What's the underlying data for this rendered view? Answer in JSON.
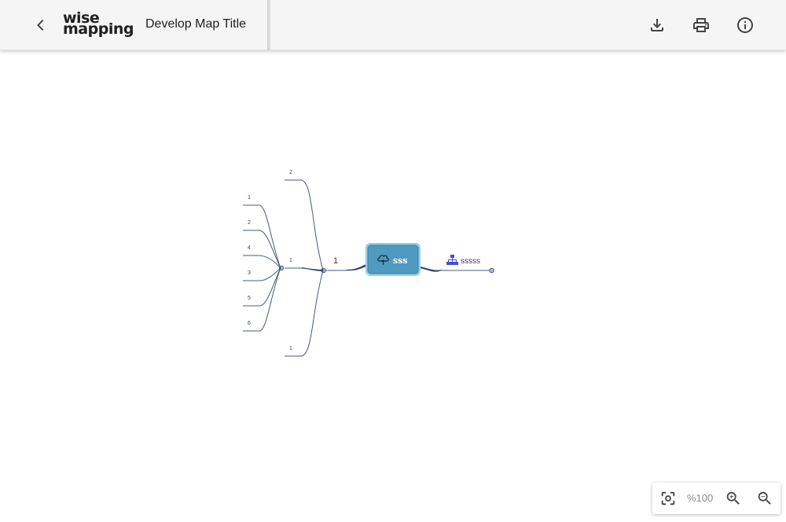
{
  "header": {
    "logo_line1": "wise",
    "logo_line2": "mapping",
    "map_title": "Develop Map Title",
    "icons": [
      "back-arrow-icon",
      "download-icon",
      "print-icon",
      "info-icon"
    ]
  },
  "map": {
    "central": {
      "label": "sss",
      "icon": "cloud-icon"
    },
    "left_branch": {
      "label": "1",
      "children": [
        {
          "label": "2"
        },
        {
          "label": "1",
          "children": [
            {
              "label": "1"
            },
            {
              "label": "2"
            },
            {
              "label": "4"
            },
            {
              "label": "3"
            },
            {
              "label": "5"
            },
            {
              "label": "6"
            }
          ]
        },
        {
          "label": "1"
        }
      ]
    },
    "right_branch": {
      "label": "sssss",
      "icon": "sitemap-icon"
    }
  },
  "zoom": {
    "value": "%100",
    "icons": [
      "fit-screen-icon",
      "zoom-in-icon",
      "zoom-out-icon"
    ]
  },
  "colors": {
    "central_fill": "#4f9bbf",
    "central_border": "#9ccde6",
    "link": "#4a5a78",
    "link_dark": "#2c3d63",
    "node_dot_fill": "#a9bde0",
    "sitemap_icon": "#3f51d8",
    "appbar_bg": "#f5f5f5"
  }
}
